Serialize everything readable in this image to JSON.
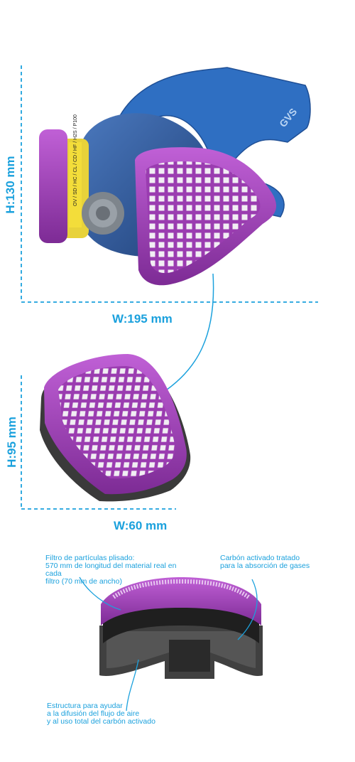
{
  "dimensions": {
    "mask_height": "H:130 mm",
    "mask_width": "W:195 mm",
    "filter_height": "H:95 mm",
    "filter_width": "W:60 mm"
  },
  "product": {
    "brand": "GVS"
  },
  "annotations": {
    "pleated_filter": "Filtro de partículas plisado:\n570 mm de longitud del material real en cada\nfiltro (70 mm de ancho)",
    "activated_carbon": "Carbón activado tratado\npara la absorción de gases",
    "structure": "Estructura para ayudar\na la difusión del flujo de aire\ny al uso total del carbón activado"
  },
  "colors": {
    "accent": "#1ba1dd",
    "filter_purple": "#a040b8",
    "mask_blue": "#2e5a9c",
    "strap_blue": "#2f6fc2",
    "carbon_dark": "#3a3a3a"
  }
}
